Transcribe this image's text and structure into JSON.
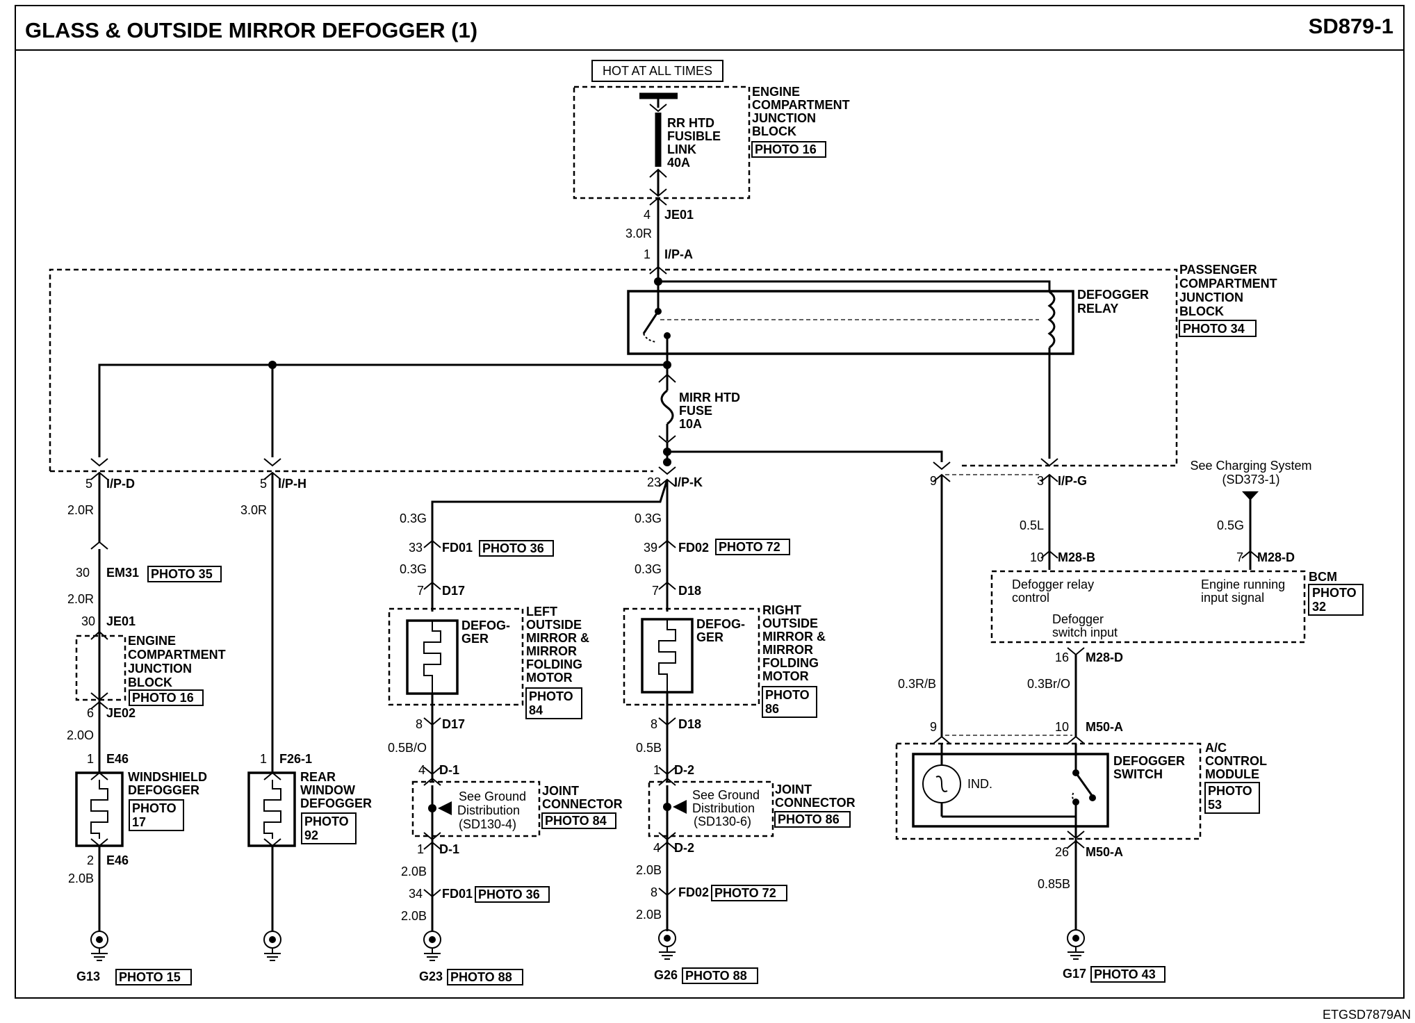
{
  "header": {
    "title": "GLASS & OUTSIDE MIRROR DEFOGGER (1)",
    "code": "SD879-1",
    "footer_code": "ETGSD7879AN"
  },
  "power": {
    "source_label": "HOT AT ALL TIMES",
    "fusible_link": [
      "RR HTD",
      "FUSIBLE",
      "LINK",
      "40A"
    ],
    "engine_box": [
      "ENGINE",
      "COMPARTMENT",
      "JUNCTION",
      "BLOCK"
    ],
    "engine_box_photo": "PHOTO 16",
    "je01_pin": "4",
    "je01": "JE01",
    "wire_main": "3.0R",
    "ipa_pin": "1",
    "ipa": "I/P-A"
  },
  "passenger_box": {
    "label": [
      "PASSENGER",
      "COMPARTMENT",
      "JUNCTION",
      "BLOCK"
    ],
    "photo": "PHOTO 34",
    "relay": [
      "DEFOGGER",
      "RELAY"
    ],
    "fuse": [
      "MIRR HTD",
      "FUSE",
      "10A"
    ]
  },
  "windshield": {
    "pin": "5",
    "conn": "I/P-D",
    "wire1": "2.0R",
    "em31_pin": "30",
    "em31": "EM31",
    "em31_photo": "PHOTO 35",
    "wire2": "2.0R",
    "je01_pin": "30",
    "je01": "JE01",
    "ecjb": [
      "ENGINE",
      "COMPARTMENT",
      "JUNCTION",
      "BLOCK"
    ],
    "ecjb_photo": "PHOTO 16",
    "je02_pin": "6",
    "je02": "JE02",
    "wire3": "2.0O",
    "e46_pin1": "1",
    "e46": "E46",
    "label": [
      "WINDSHIELD",
      "DEFOGGER"
    ],
    "photo": [
      "PHOTO",
      "17"
    ],
    "e46_pin2": "2",
    "e46b": "E46",
    "wire4": "2.0B",
    "ground": "G13",
    "ground_photo": "PHOTO 15"
  },
  "rear": {
    "pin": "5",
    "conn": "I/P-H",
    "wire1": "3.0R",
    "f26_pin": "1",
    "f26": "F26-1",
    "label": [
      "REAR",
      "WINDOW",
      "DEFOGGER"
    ],
    "photo": [
      "PHOTO",
      "92"
    ]
  },
  "ipk": {
    "pin": "23",
    "conn": "I/P-K"
  },
  "left_mirror": {
    "wire1": "0.3G",
    "fd01_pin": "33",
    "fd01": "FD01",
    "fd01_photo": "PHOTO 36",
    "wire2": "0.3G",
    "d17_pin": "7",
    "d17": "D17",
    "heater": [
      "DEFOG-",
      "GER"
    ],
    "label": [
      "LEFT",
      "OUTSIDE",
      "MIRROR &",
      "MIRROR",
      "FOLDING",
      "MOTOR"
    ],
    "photo": [
      "PHOTO",
      "84"
    ],
    "d17b_pin": "8",
    "d17b": "D17",
    "wire3": "0.5B/O",
    "d1_pin": "4",
    "d1": "D-1",
    "ground_note": [
      "See Ground",
      "Distribution",
      "(SD130-4)"
    ],
    "joint": [
      "JOINT",
      "CONNECTOR"
    ],
    "joint_photo": "PHOTO 84",
    "d1b_pin": "1",
    "d1b": "D-1",
    "wire4": "2.0B",
    "fd01b_pin": "34",
    "fd01b": "FD01",
    "fd01b_photo": "PHOTO 36",
    "wire5": "2.0B",
    "ground": "G23",
    "ground_photo": "PHOTO 88"
  },
  "right_mirror": {
    "wire1": "0.3G",
    "fd02_pin": "39",
    "fd02": "FD02",
    "fd02_photo": "PHOTO 72",
    "wire2": "0.3G",
    "d18_pin": "7",
    "d18": "D18",
    "heater": [
      "DEFOG-",
      "GER"
    ],
    "label": [
      "RIGHT",
      "OUTSIDE",
      "MIRROR &",
      "MIRROR",
      "FOLDING",
      "MOTOR"
    ],
    "photo": [
      "PHOTO",
      "86"
    ],
    "d18b_pin": "8",
    "d18b": "D18",
    "wire3": "0.5B",
    "d2_pin": "1",
    "d2": "D-2",
    "ground_note": [
      "See Ground",
      "Distribution",
      "(SD130-6)"
    ],
    "joint": [
      "JOINT",
      "CONNECTOR"
    ],
    "joint_photo": "PHOTO 86",
    "d2b_pin": "4",
    "d2b": "D-2",
    "wire4": "2.0B",
    "fd02b_pin": "8",
    "fd02b": "FD02",
    "fd02b_photo": "PHOTO 72",
    "wire5": "2.0B",
    "ground": "G26",
    "ground_photo": "PHOTO 88"
  },
  "control": {
    "pin9": "9",
    "ipg_pin": "3",
    "ipg": "I/P-G",
    "charging": [
      "See Charging System",
      "(SD373-1)"
    ],
    "wire_l": "0.5L",
    "wire_g": "0.5G",
    "m28b_pin": "10",
    "m28b": "M28-B",
    "m28d_pin": "7",
    "m28d": "M28-D",
    "bcm_relay": [
      "Defogger relay",
      "control"
    ],
    "bcm_engine": [
      "Engine running",
      "input signal"
    ],
    "bcm_switch": [
      "Defogger",
      "switch input"
    ],
    "bcm": "BCM",
    "bcm_photo": [
      "PHOTO",
      "32"
    ],
    "m28d16_pin": "16",
    "m28d16": "M28-D",
    "wire_rb": "0.3R/B",
    "wire_bro": "0.3Br/O",
    "m50_pin9": "9",
    "m50_pin10": "10",
    "m50a": "M50-A",
    "ind": "IND.",
    "switch": [
      "DEFOGGER",
      "SWITCH"
    ],
    "acm": [
      "A/C",
      "CONTROL",
      "MODULE"
    ],
    "acm_photo": [
      "PHOTO",
      "53"
    ],
    "m50b_pin": "26",
    "m50b": "M50-A",
    "wire_b": "0.85B",
    "ground": "G17",
    "ground_photo": "PHOTO 43"
  }
}
